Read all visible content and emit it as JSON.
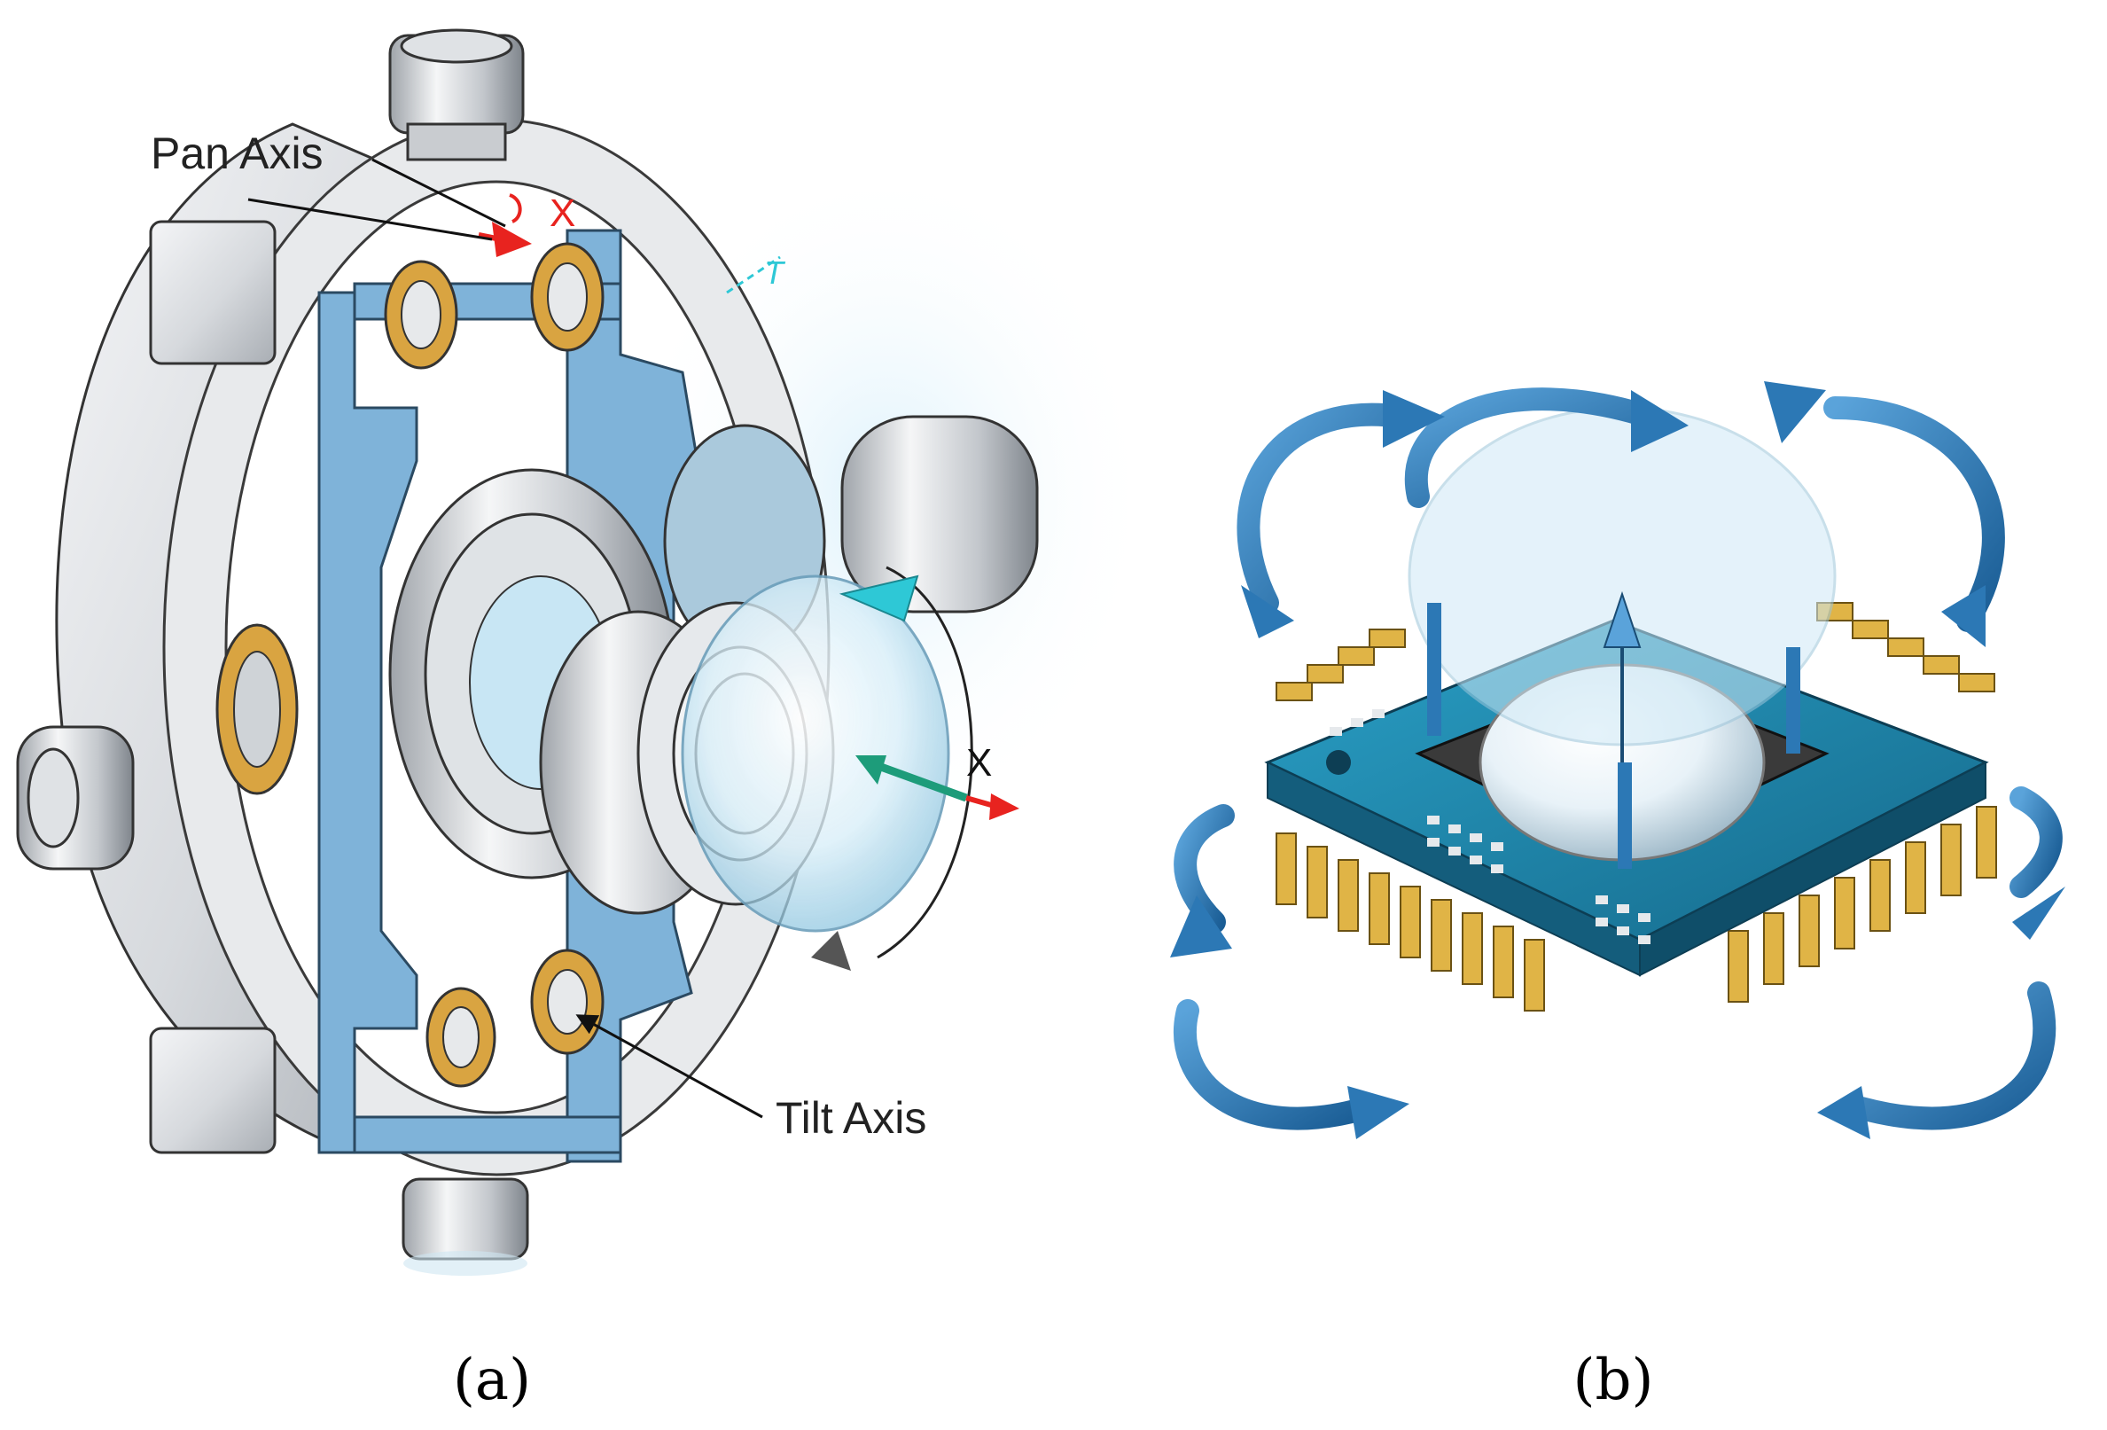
{
  "figure": {
    "panel_a": {
      "caption": "(a)",
      "labels": {
        "pan_axis": "Pan Axis",
        "tilt_axis": "Tilt Axis",
        "x_top": "X",
        "x_right": "X",
        "t_label": "T"
      }
    },
    "panel_b": {
      "caption": "(b)"
    },
    "colors": {
      "housing": "#e2e4e7",
      "housing_shadow": "#b9bdc2",
      "frame_blue": "#7fb3d9",
      "bearing_gold": "#d9a441",
      "lens_glass": "#cfe9f6",
      "axis_red": "#e8231f",
      "axis_green": "#1d9c7a",
      "axis_cyan": "#2ec8d6",
      "chip_board": "#1e84a8",
      "chip_pins": "#e0b446",
      "arrow_blue": "#2c78b5"
    }
  }
}
